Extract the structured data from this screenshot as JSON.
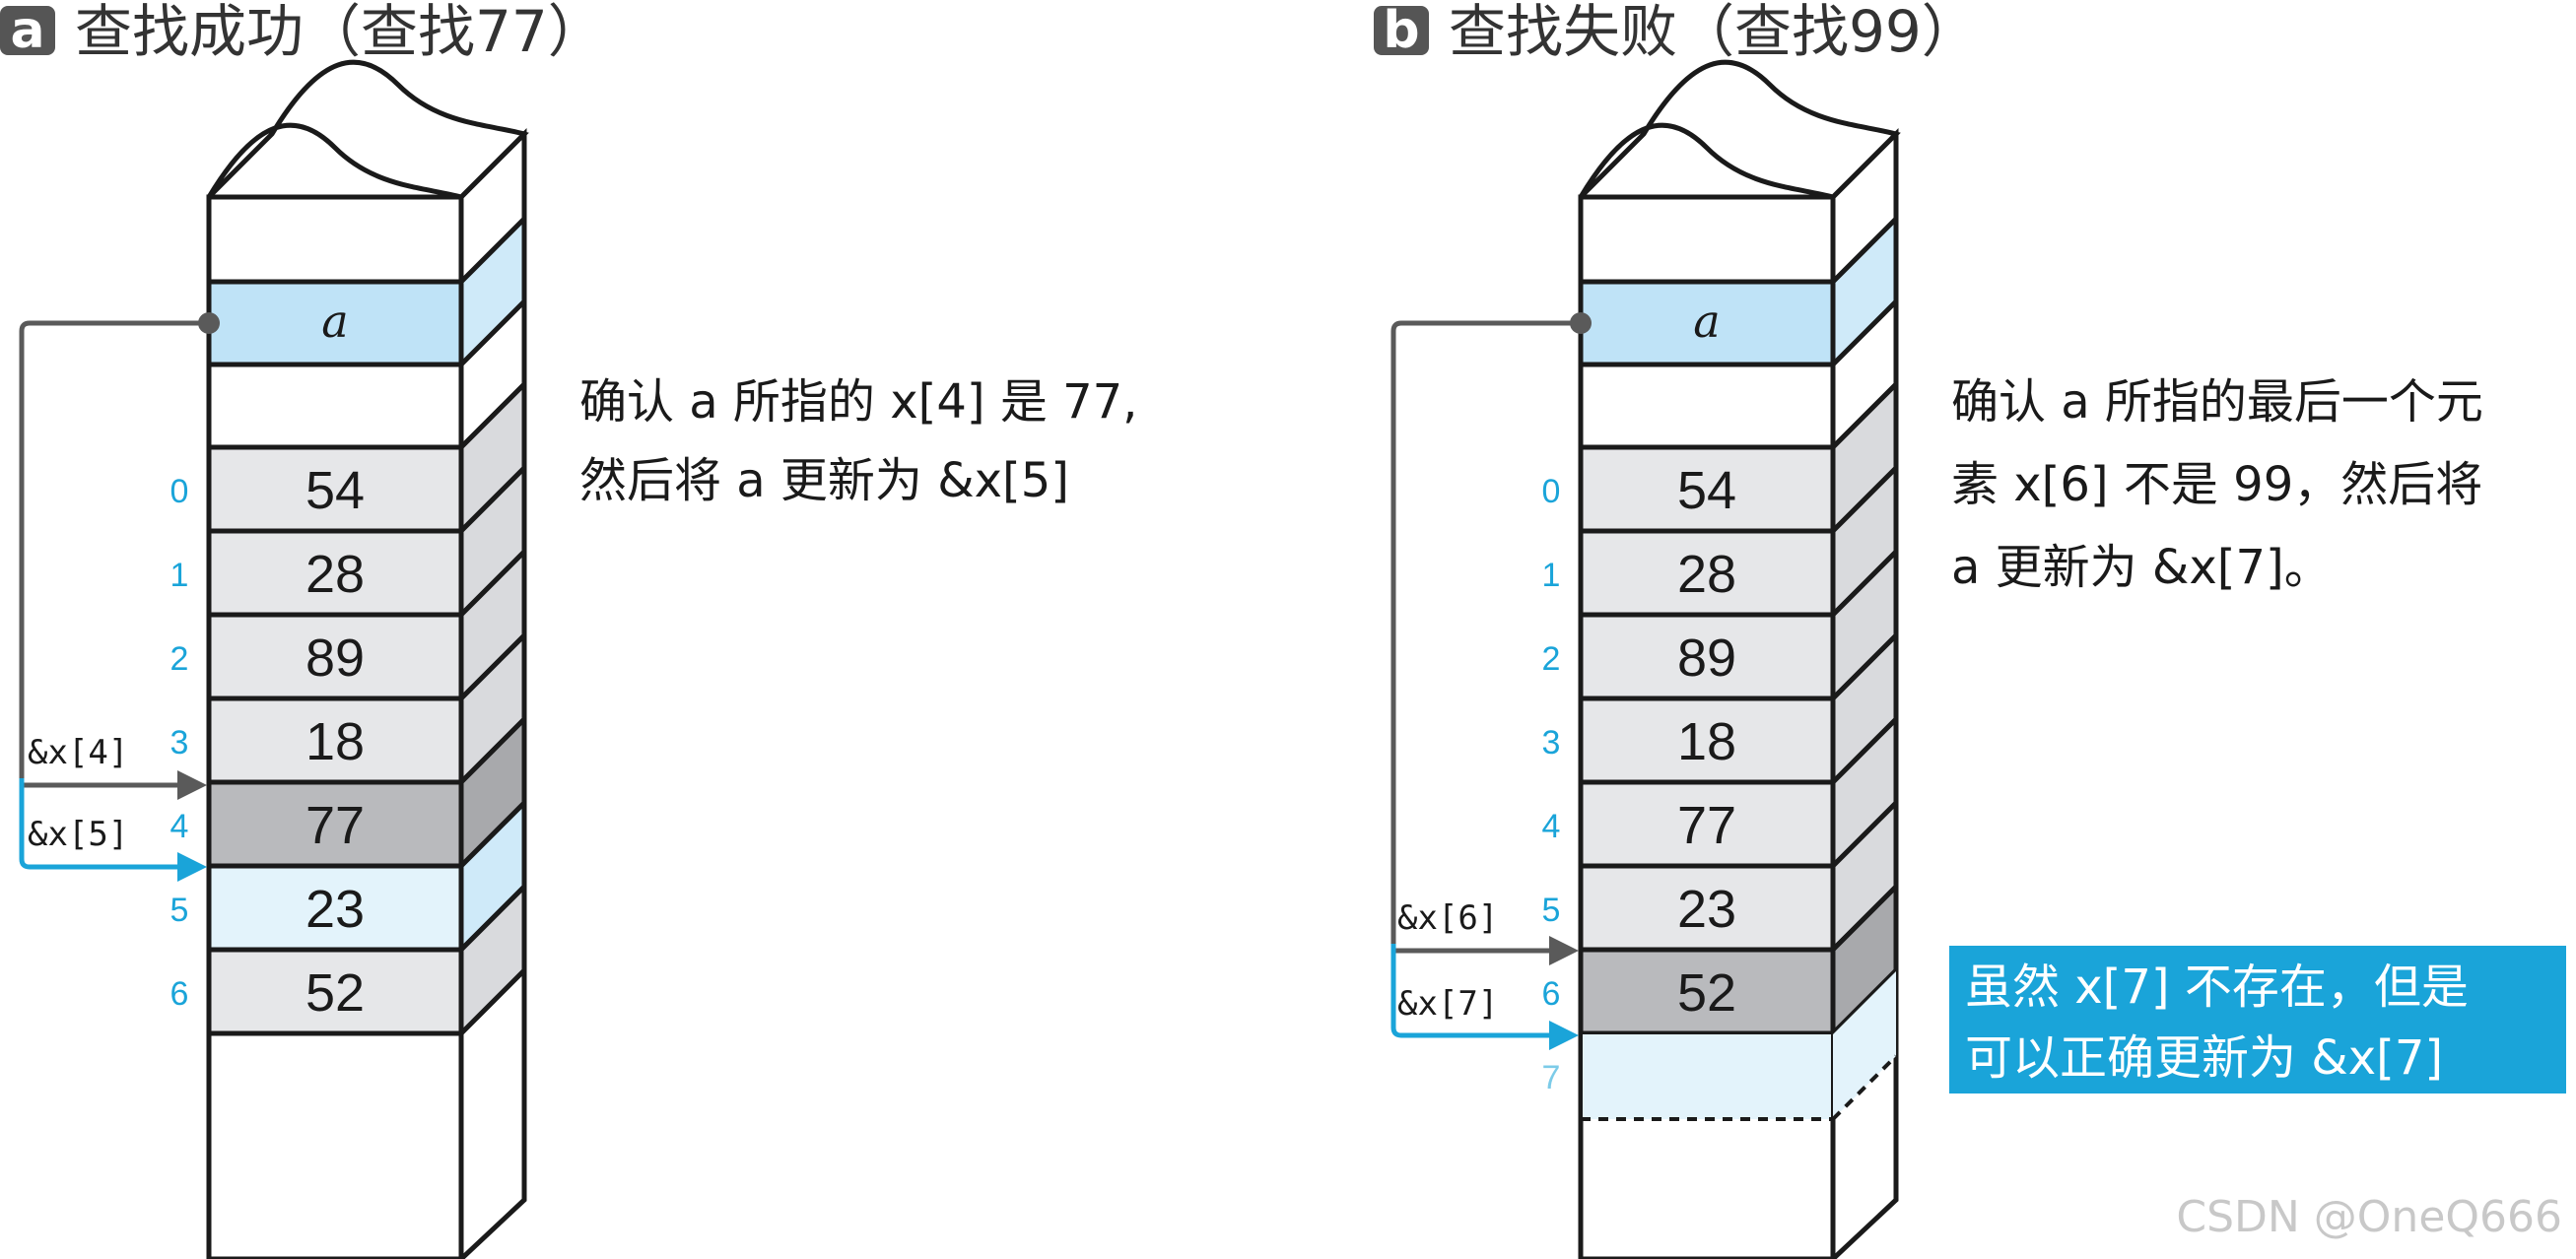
{
  "panels": [
    {
      "label": "a",
      "title": "查找成功（查找77）",
      "pointer_name": "a",
      "cells": [
        "54",
        "28",
        "89",
        "18",
        "77",
        "23",
        "52"
      ],
      "indices": [
        "0",
        "1",
        "2",
        "3",
        "4",
        "5",
        "6"
      ],
      "highlight_index": 4,
      "arrow_gray_label": "&x[4]",
      "arrow_blue_label": "&x[5]",
      "note_lines": [
        "确认 a 所指的 x[4] 是 77,",
        "然后将 a 更新为 &x[5]"
      ]
    },
    {
      "label": "b",
      "title": "查找失败（查找99）",
      "pointer_name": "a",
      "cells": [
        "54",
        "28",
        "89",
        "18",
        "77",
        "23",
        "52"
      ],
      "indices": [
        "0",
        "1",
        "2",
        "3",
        "4",
        "5",
        "6",
        "7"
      ],
      "highlight_index": 6,
      "arrow_gray_label": "&x[6]",
      "arrow_blue_label": "&x[7]",
      "note_lines": [
        "确认 a 所指的最后一个元",
        "素 x[6] 不是 99，然后将",
        "a 更新为 &x[7]。"
      ],
      "callout_lines": [
        "虽然 x[7] 不存在，但是",
        "可以正确更新为 &x[7]"
      ]
    }
  ],
  "watermark": "CSDN @OneQ666",
  "colors": {
    "accent_blue": "#1aa4d9",
    "cell_gray": "#e6e7e9",
    "cell_dark": "#b9babd",
    "cell_light_blue": "#e3f3fb",
    "pointer_blue": "#bfe3f7",
    "arrow_gray": "#5a5a5a",
    "label_box": "#555555"
  }
}
